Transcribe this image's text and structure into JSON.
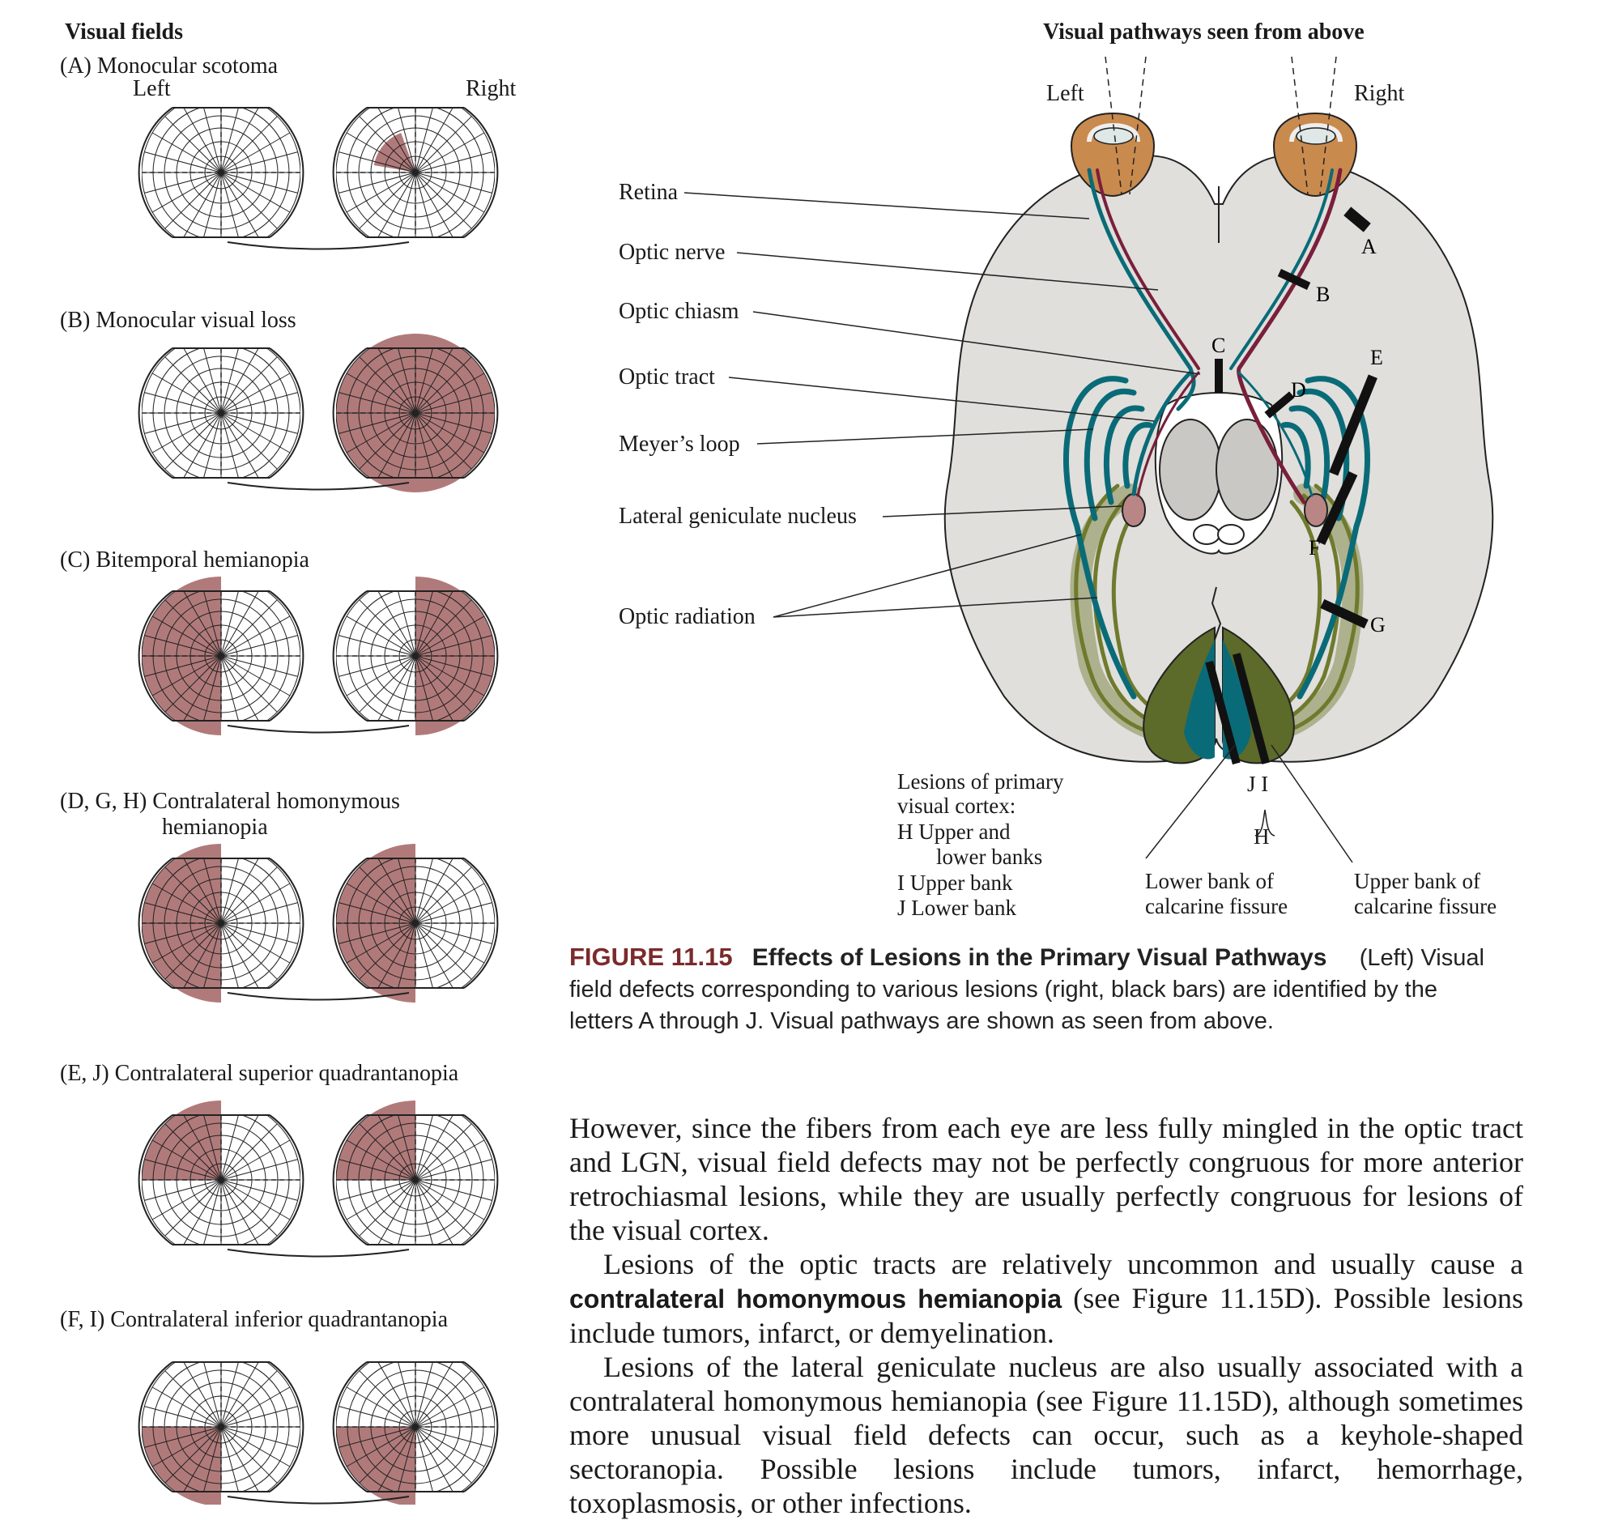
{
  "visual_fields": {
    "heading": "Visual fields",
    "left_label": "Left",
    "right_label": "Right",
    "rows": [
      {
        "label": "(A)  Monocular scotoma",
        "left_defect": "none",
        "right_defect": "scotoma-upper-left"
      },
      {
        "label": "(B)  Monocular visual loss",
        "left_defect": "none",
        "right_defect": "full"
      },
      {
        "label": "(C)  Bitemporal hemianopia",
        "left_defect": "left-half",
        "right_defect": "right-half"
      },
      {
        "label": "(D, G, H)  Contralateral homonymous",
        "label2": "hemianopia",
        "left_defect": "left-half",
        "right_defect": "left-half"
      },
      {
        "label": "(E, J)  Contralateral superior quadrantanopia",
        "left_defect": "upper-left",
        "right_defect": "upper-left"
      },
      {
        "label": "(F, I)  Contralateral inferior quadrantanopia",
        "left_defect": "lower-left",
        "right_defect": "lower-left"
      }
    ]
  },
  "pathways": {
    "heading": "Visual pathways seen from above",
    "left_label": "Left",
    "right_label": "Right",
    "structures": [
      "Retina",
      "Optic nerve",
      "Optic chiasm",
      "Optic tract",
      "Meyer’s loop",
      "Lateral geniculate nucleus",
      "Optic radiation"
    ],
    "lesion_letters": [
      "A",
      "B",
      "C",
      "D",
      "E",
      "F",
      "G"
    ],
    "cortex_legend": {
      "title1": "Lesions of primary",
      "title2": "visual cortex:",
      "h1": "H  Upper and",
      "h2": "lower banks",
      "i": "I   Upper bank",
      "j": "J   Lower bank"
    },
    "ji_label": "J  I",
    "h_label": "H",
    "lower_bank1": "Lower bank of",
    "lower_bank2": "calcarine fissure",
    "upper_bank1": "Upper bank of",
    "upper_bank2": "calcarine fissure"
  },
  "colors": {
    "defect": "#a86b6b",
    "brain": "#e0dfdc",
    "teal": "#0a6b78",
    "olive": "#6f7a2c",
    "lesion": "#111111"
  },
  "caption": {
    "number": "FIGURE 11.15",
    "title": "Effects of Lesions in the Primary Visual Pathways",
    "text": "(Left) Visual field defects corresponding to various lesions (right, black bars) are identified by the letters A through J. Visual pathways are shown as seen from above."
  },
  "body": {
    "p1": "However, since the fibers from each eye are less fully mingled in the optic tract and LGN, visual field defects may not be perfectly congruous for more anterior retrochiasmal lesions, while they are usually perfectly congruous for lesions of the visual cortex.",
    "p2a": "Lesions of the optic tracts are relatively uncommon and usually cause a ",
    "p2term": "contralateral homonymous hemianopia",
    "p2b": " (see Figure 11.15D). Possible lesions include tumors, infarct, or demyelination.",
    "p3": "Lesions of the lateral geniculate nucleus are also usually associated with a contralateral homonymous hemianopia (see Figure 11.15D), although sometimes more unusual visual field defects can occur, such as a keyhole-shaped sectoranopia. Possible lesions include tumors, infarct, hemorrhage, toxoplasmosis, or other infections."
  }
}
